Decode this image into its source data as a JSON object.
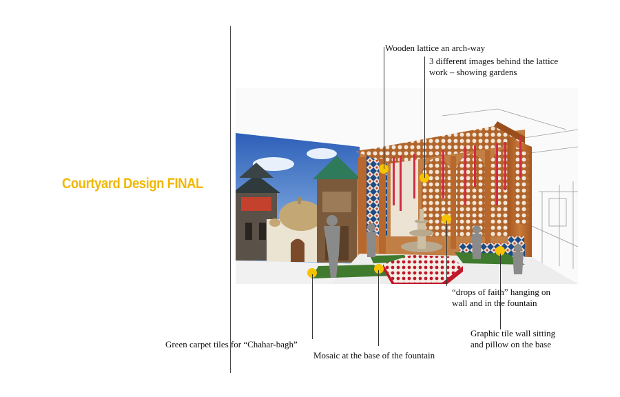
{
  "title": "Courtyard Design FINAL",
  "colors": {
    "title": "#f2b705",
    "marker": "#f7c200"
  },
  "callouts": {
    "lattice_archway": "Wooden lattice an arch-way",
    "images_line1": "3 different images behind the lattice",
    "images_line2": "work – showing gardens",
    "drops_line1": "“drops of faith” hanging on",
    "drops_line2": "wall and in the fountain",
    "tile_line1": "Graphic tile wall  sitting",
    "tile_line2": "and pillow  on the base",
    "carpet": "Green carpet tiles for “Chahar-bagh”",
    "mosaic": "Mosaic at the base of the fountain"
  }
}
